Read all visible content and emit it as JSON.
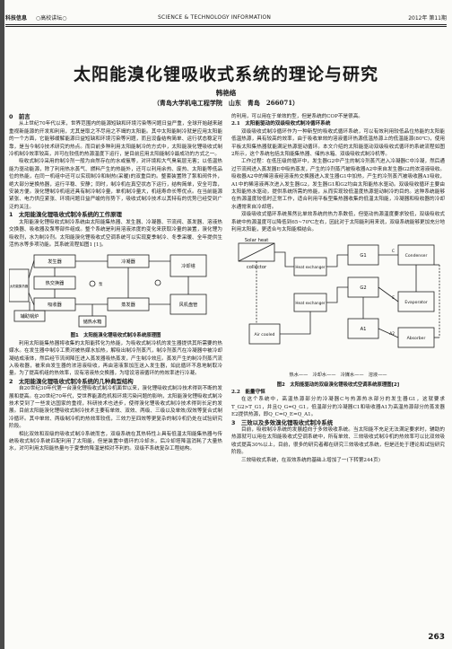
{
  "header": {
    "journal_cn": "科技信息",
    "badge": "○高校讲坛○",
    "journal_en": "SCIENCE & TECHNOLOGY INFORMATION",
    "issue": "2012年 第11期"
  },
  "title": "太阳能溴化锂吸收式系统的理论与研究",
  "author": "韩艳络",
  "affiliation": "（青岛大学机电工程学院　山东　青岛　266071）",
  "left": {
    "sec0": "0　前言",
    "p1": "从上世纪70年代以来，世界范围内的能源短缺和环境污染等问题日益严重，全球开始越来越重视新能源的开发和利用，尤其是取之不尽用之不竭的太阳能。其中太阳能制冷就是应用太阳能的一个方面，它能够缓解能源日益短缺和环境污染等问题，而且设备结构简单、运行状态稳定可靠，是当今制冷技术研究的热点。而目前多种利用太阳能制冷的方式中，太阳能溴化锂吸收式制冷机制冷效率较高，并可在较低的热源温度下运行，是目前应用太阳能制冷最成功的方式之一。",
    "p2": "吸收式制冷采用的制冷剂一般为自然存在的水或氨等，对环境和大气臭氧层无害；以低温热能为驱动能源，除了利用热水蒸气、燃料产生的热能外，还可以利用余热、废热、太阳能等低品位的热能，在同一机组中还可以实现制冷和制热(采暖)的双重目的。整套装置除了泵和阀件外，绝大部分是换热器，运行平稳、安静；同时，制冷机在真空状态下运行，结构简单，安全可靠，安装方便。溴化锂制冷机组还具有制冷制冷量，单机制冷量大，机组寿命长等优点。在当前能源紧张、电力供应紧张、环境问题日益严峻的形势下，吸收式制冷技术以其特有的优势已经受到广泛的关注。",
    "sec1": "1　太阳能溴化锂吸收式制冷系统的工作原理",
    "p3": "太阳能溴化锂吸收式制冷系统由太阳能集热器、发生器、冷凝器、节流阀、蒸发器、溶液热交换器、吸收器及泵等部件组成。整个系统是利用溶液浓度的变化来获取冷量的装置，溴化锂为吸收剂，水为制冷剂。太阳能溴化锂吸收式空调系统可以实现夏季制冷、冬季采暖、全年提供生活热水等多项功能。其系统流程如图1 [1]。",
    "cap1": "图1　太阳能溴化锂吸收式制冷系统原理图",
    "p4": "利用太阳能集热器将收集的太阳能转化为热能，为吸收式制冷机的发生器提供其所需要的热媒水。在发生器中制冷工质对被热媒水加热，解吸出制冷剂蒸汽，制冷剂蒸汽在冷凝器中被冷却凝结成液体，然后经节流阀降压进入蒸发器吸热蒸发，产生制冷效应。蒸发产生的制冷剂蒸汽流入吸收器，被来自发生器的浓溶液吸收，再由溶液泵加压送入发生器，如此循环不息地制取冷量。为了提高机组的热效率，设有溶液热交换器，为增设溶液循环的热效率进行冷凝。",
    "sec2": "2　太阳能溴化锂吸收式制冷系统的几种典型结构",
    "p5": "自20世纪30年代第一台溴化锂吸收式制冷机面世以来，溴化锂吸收式制冷技术得到不断的发展和提高。在20世纪70年代，受世界能源危机和环境污染问题的影响，太阳能溴化锂吸收式制冷技术受到了一些发达国家的重视，科研技术也进步，使得溴化锂吸收式制冷技术得到长足的发展。目前太阳能溴化锂吸收式制冷技术主要有单效、双效、两级、三级以及单效/双效等复合式制冷循环。其中单效、两级制冷机的热效率较低，三效力至四效等更复杂的制冷机仍处在试验研究阶段。",
    "p6": "相比双效和双级的吸收式制冷系统而言，双级系统在其热特性上具有低温太阳能集热器与传统吸收式制冷系统匹配利用了太阳能，但是装置中循环的冷却水，后冷却塔降温消耗了大量热水，对可利用太阳能热量与于夏季的降温是相对不利的。双级不系统复杂工程结构。"
  },
  "fig1": {
    "labels": {
      "generator": "发生器",
      "condenser": "冷凝器",
      "hx": "热交换器",
      "absorber": "吸收器",
      "evaporator": "蒸发器",
      "cooling_tower": "冷却塔",
      "collector": "太阳能集热器",
      "storage": "储热水箱",
      "aux": "辅助锅炉",
      "fancoil": "风机盘管",
      "pump": "泵"
    }
  },
  "right": {
    "p1": "的利用，可以用在于单效的型，但是系统的COP不是很高。",
    "sub1": "2.1　太阳能驱动的双级吸收式制冷循环系统",
    "p2": "双级吸收式制冷循环作为一种新型的吸收式循环系统，可以有效利用较低品位热能的太阳能低温热源，具有较高的效率，由于吸收单效的溶液循环热源低温热源上的低温能源(80℃)，使用平板太阳集热器就能满足热源驱动循环。本文介绍的太阳能驱动双级吸收式循环的系统流程如图2所示，这个系统包括太阳能集热器、储热水箱、双级吸收式制冷机等。",
    "p3": "工作过程：在低压级的循环中，发生器G2中产生的制冷剂蒸汽进入冷凝器C中冷凝，然后通过节流阀进入蒸发器E中吸热蒸发，产生的冷剂蒸汽被吸收器A2中来自发生器G2的浓溶液吸收。吸收器A2中的稀溶液经溶液热交换器进入发生器G1中加热，产生的冷剂蒸汽被吸收器A1吸收，A1中的稀溶液再次进入发生器G2，发生器G1和G2均由太阳能热水驱动。双级吸收循环主要由太阳能热水驱动，提供系统所需的热能，从而实现较低温度热源驱动制冷的目的。这种系统能够在热源温度较低时正常工作，适合利用平板型集热器收集的低温太阳能，冷凝器和吸收器的冷却水通常来自冷却塔。",
    "p4": "双级吸收式循环系统虽然比单效系统的热力系数低，但驱动热源温度要求较低，双级吸收式系统中热源温度可以降低到65~70℃左右，因此对于太阳能利用来说，双级系统能够更加充分地利用太阳能，更适合与太阳能相结合。",
    "fig2_labels": {
      "solar": "Solar heat",
      "collector": "collector",
      "heat_exchanger1": "Heat exchanger",
      "heat_exchanger2": "Heat exchanger",
      "condenser": "Condenser",
      "evaporator": "Evaporator",
      "absorber": "Absorber",
      "air": "Air cooled",
      "G1": "G1",
      "G2": "G2",
      "C": "C",
      "E": "E",
      "A1": "A1",
      "A2": "A2"
    },
    "legend": "热水——　冷却水——　冷媒水——　溶液——",
    "cap2": "图2　太阳能驱动的双级溴化锂吸收式空调系统原理图[2]",
    "sub2": "2.2　能量守恒",
    "p5": "在这个系统中，高温热源部分的冷凝器C与热源热水部分的发生器G1，这就要求T_G2>T_G1，并且Q_G=Q_G1，低温部分的冷凝器C1和吸收器A1为高温热源部分的蒸发器E2提供热源，即Q_C=Q_E=Q_A1。",
    "sec3": "3　三效以及多效溴化锂吸收式制冷系统",
    "p6": "目前，吸收制冷系统的发展趋向于多效吸收系统。当太阳能不充足无法满足要求时，辅助的热源就可以用在太阳能吸收式空调系统中，所有单效、三效吸收式制冷机的热效率可以比双效吸收式提高30%以上，目前，很多的研究者都在研究三效吸收式系统，但是还处于理论和试验研究阶段。",
    "p7": "三效吸收式系统，在双效系统的基础上增加了一(下转第244页)"
  },
  "page_number": "263"
}
